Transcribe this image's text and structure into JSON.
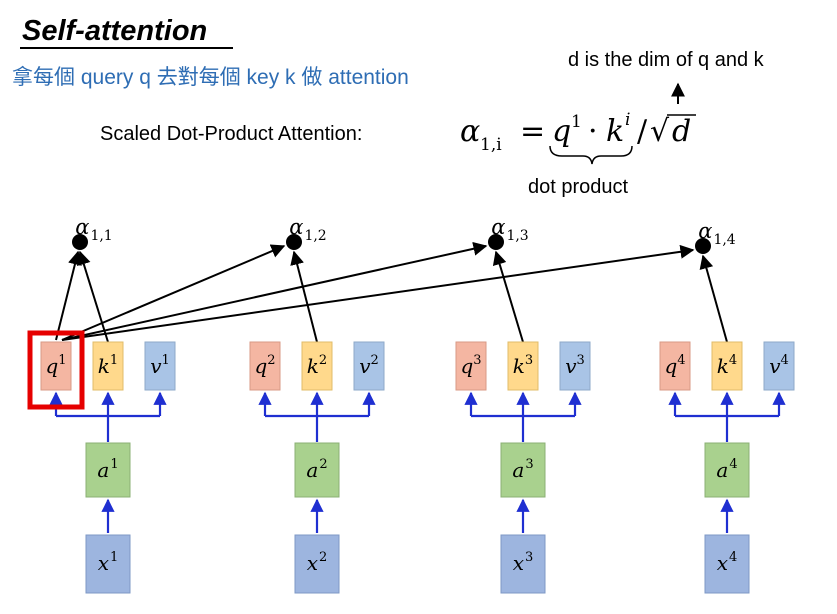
{
  "title": "Self-attention",
  "subtitle": "拿每個 query q 去對每個  key k 做 attention",
  "dim_note": "d is the dim of q and k",
  "equation": {
    "prefix": "Scaled Dot-Product Attention:",
    "lhs_symbol": "α",
    "lhs_sub": "1,i",
    "eq_sign": "=",
    "q_symbol": "q",
    "q_sup": "1",
    "dot_op": "·",
    "k_symbol": "k",
    "k_sup": "i",
    "div": "/",
    "sqrt": "√",
    "d_symbol": "d",
    "brace_label": "dot product"
  },
  "columns": [
    {
      "index": "1",
      "x": "x",
      "a": "a",
      "q": "q",
      "k": "k",
      "v": "v",
      "alpha": "α",
      "alpha_sub": "1,1",
      "highlighted": true
    },
    {
      "index": "2",
      "x": "x",
      "a": "a",
      "q": "q",
      "k": "k",
      "v": "v",
      "alpha": "α",
      "alpha_sub": "1,2",
      "highlighted": false
    },
    {
      "index": "3",
      "x": "x",
      "a": "a",
      "q": "q",
      "k": "k",
      "v": "v",
      "alpha": "α",
      "alpha_sub": "1,3",
      "highlighted": false
    },
    {
      "index": "4",
      "x": "x",
      "a": "a",
      "q": "q",
      "k": "k",
      "v": "v",
      "alpha": "α",
      "alpha_sub": "1,4",
      "highlighted": false
    }
  ],
  "colors": {
    "q_box": "#F4B6A2",
    "k_box": "#FFD98C",
    "v_box": "#A9C4E6",
    "a_box": "#A9D18E",
    "x_box": "#9DB5DF",
    "box_border": "#8EA9C8",
    "blue_arrow": "#1F2FD1",
    "black_arrow": "#000000",
    "highlight": "#E60000",
    "subtitle_text": "#2E6DB4"
  }
}
